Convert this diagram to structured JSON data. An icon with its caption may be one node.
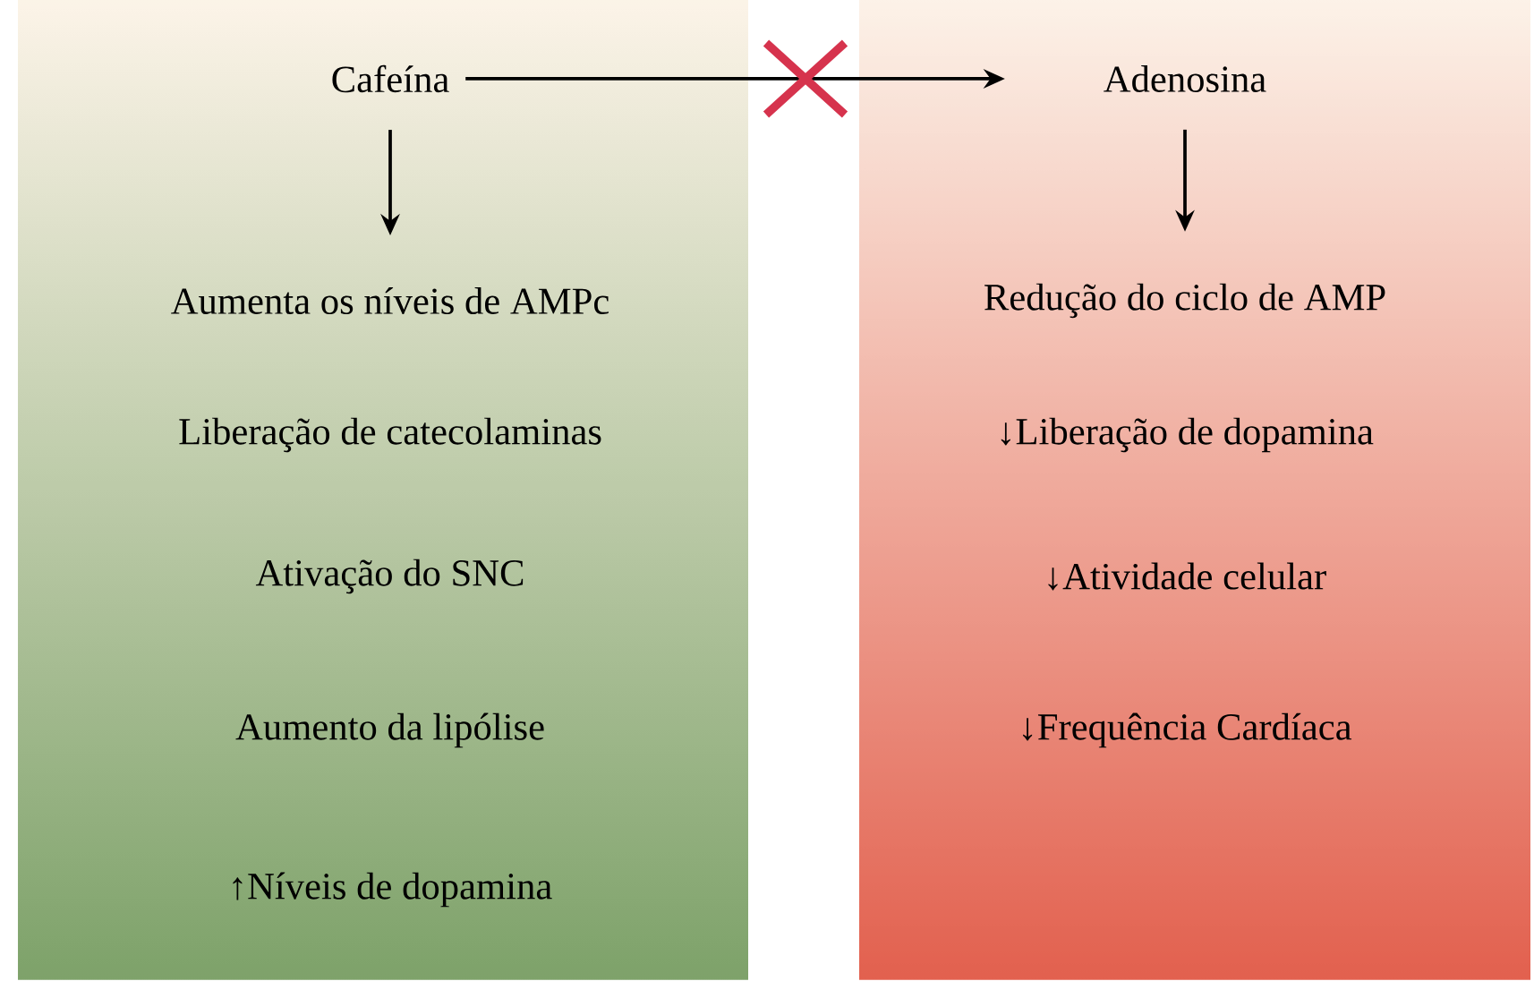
{
  "diagram": {
    "nodes": [
      {
        "text": [
          "Cafeína"
        ]
      },
      {
        "text": [
          "Adenosina"
        ]
      },
      {
        "text": [
          "Aumenta os níveis de AMPc"
        ]
      },
      {
        "text": [
          "Liberação de catecolaminas"
        ]
      },
      {
        "text": [
          "Ativação do SNC"
        ]
      },
      {
        "text": [
          "Aumento da lipólise"
        ]
      },
      {
        "text": [
          "↑Níveis de dopamina"
        ]
      },
      {
        "text": [
          "Redução do ciclo de AMP"
        ]
      },
      {
        "text": [
          "↓Liberação de dopamina"
        ]
      },
      {
        "text": [
          "↓Atividade celular"
        ]
      },
      {
        "text": [
          "↓Frequência Cardíaca"
        ]
      }
    ],
    "edges": [
      {
        "from": 0,
        "to": 1,
        "arrow": "to"
      },
      {
        "from": 0,
        "to": 2,
        "arrow": "to"
      },
      {
        "from": 1,
        "to": 7,
        "arrow": "to"
      }
    ]
  }
}
